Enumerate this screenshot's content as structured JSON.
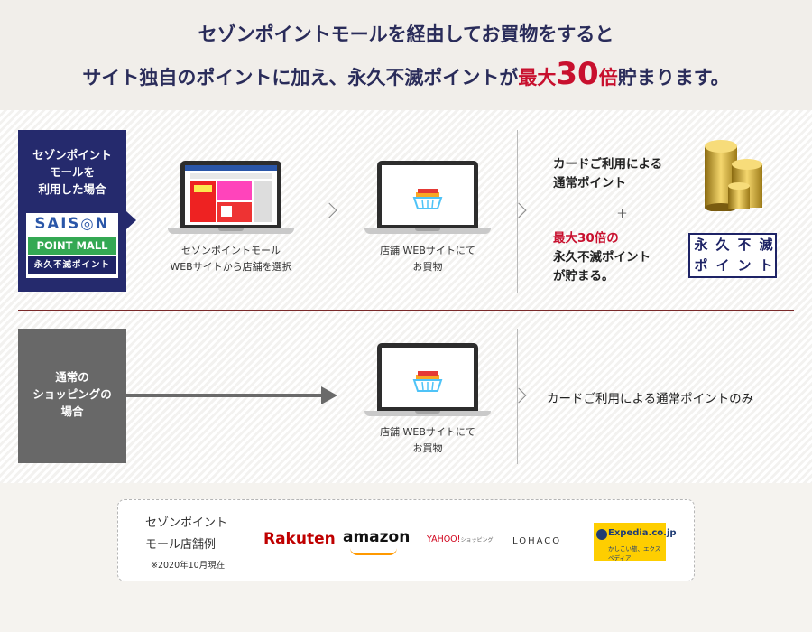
{
  "header": {
    "line1": "セゾンポイントモールを経由してお買物をすると",
    "line2_pre": "サイト独自のポイントに加え、永久不滅ポイントが",
    "line2_red_a": "最大",
    "line2_red_big": "30",
    "line2_red_b": "倍",
    "line2_post": "貯まります。"
  },
  "saison_box": {
    "line1": "セゾンポイント",
    "line2": "モールを",
    "line3": "利用した場合",
    "logo_top": "SAIS◎N",
    "logo_mid": "POINT MALL",
    "logo_bottom": "永久不滅ポイント"
  },
  "normal_box": {
    "line1": "通常の",
    "line2": "ショッピングの",
    "line3": "場合"
  },
  "step1": {
    "line1": "セゾンポイントモール",
    "line2": "WEBサイトから店舗を選択"
  },
  "step2": {
    "line1": "店舗 WEBサイトにて",
    "line2": "お買物"
  },
  "step3": {
    "line1": "店舗 WEBサイトにて",
    "line2": "お買物"
  },
  "result": {
    "card_line1": "カードご利用による",
    "card_line2": "通常ポイント",
    "plus": "＋",
    "red_line": "最大30倍の",
    "line2": "永久不滅ポイント",
    "line3": "が貯まる。",
    "stamp": [
      "永",
      "久",
      "不",
      "滅",
      "ポ",
      "イ",
      "ン",
      "ト"
    ]
  },
  "normal_result": "カードご利用による通常ポイントのみ",
  "stores": {
    "label1": "セゾンポイント",
    "label2": "モール店舗例",
    "note": "※2020年10月現在",
    "rakuten": "Rakuten",
    "amazon": "amazon",
    "yahoo": "YAHOO!",
    "yahoo_sub": "ショッピング",
    "lohaco": "LOHACO",
    "expedia": "Expedia.co.jp",
    "expedia_sub": "かしこい旅、エクスペディア"
  },
  "colors": {
    "navy": "#252a6d",
    "red": "#c8102e",
    "gray_box": "#686868"
  }
}
